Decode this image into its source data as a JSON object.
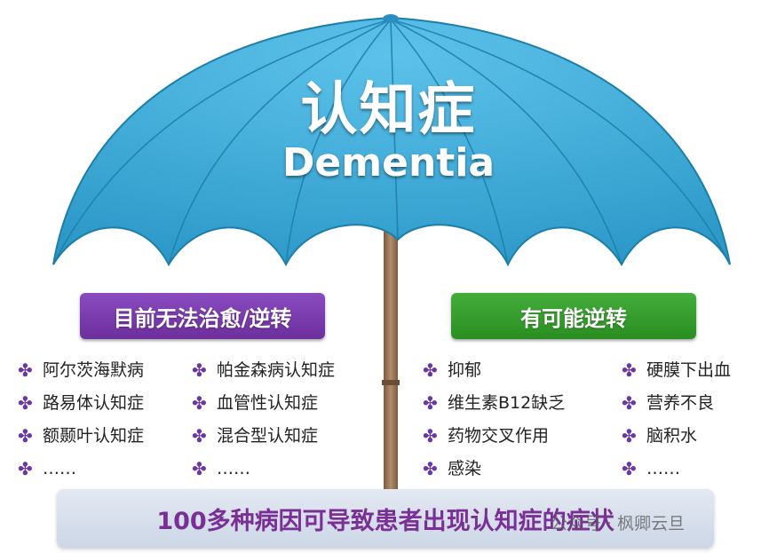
{
  "title": {
    "chinese": "认知症",
    "english": "Dementia"
  },
  "colors": {
    "canopy": "#3aa8d8",
    "canopy_ribs": "#1d7ea8",
    "pole": "#9a7658",
    "left_header": "#7a3fb0",
    "right_header": "#35a02c",
    "bullet": "#6a37a4",
    "banner_text": "#7a2f96"
  },
  "icons": {
    "bullet": "✤"
  },
  "left_group": {
    "header": "目前无法治愈/逆转",
    "col1": [
      "阿尔茨海默病",
      "路易体认知症",
      "额颞叶认知症",
      "……"
    ],
    "col2": [
      "帕金森病认知症",
      "血管性认知症",
      "混合型认知症",
      "……"
    ]
  },
  "right_group": {
    "header": "有可能逆转",
    "col1": [
      "抑郁",
      "维生素B12缺乏",
      "药物交叉作用",
      "感染"
    ],
    "col2": [
      "硬膜下出血",
      "营养不良",
      "脑积水",
      "……"
    ]
  },
  "footer": "100多种病因可导致患者出现认知症的症状",
  "watermark": "公众号 · 枫卿云旦"
}
